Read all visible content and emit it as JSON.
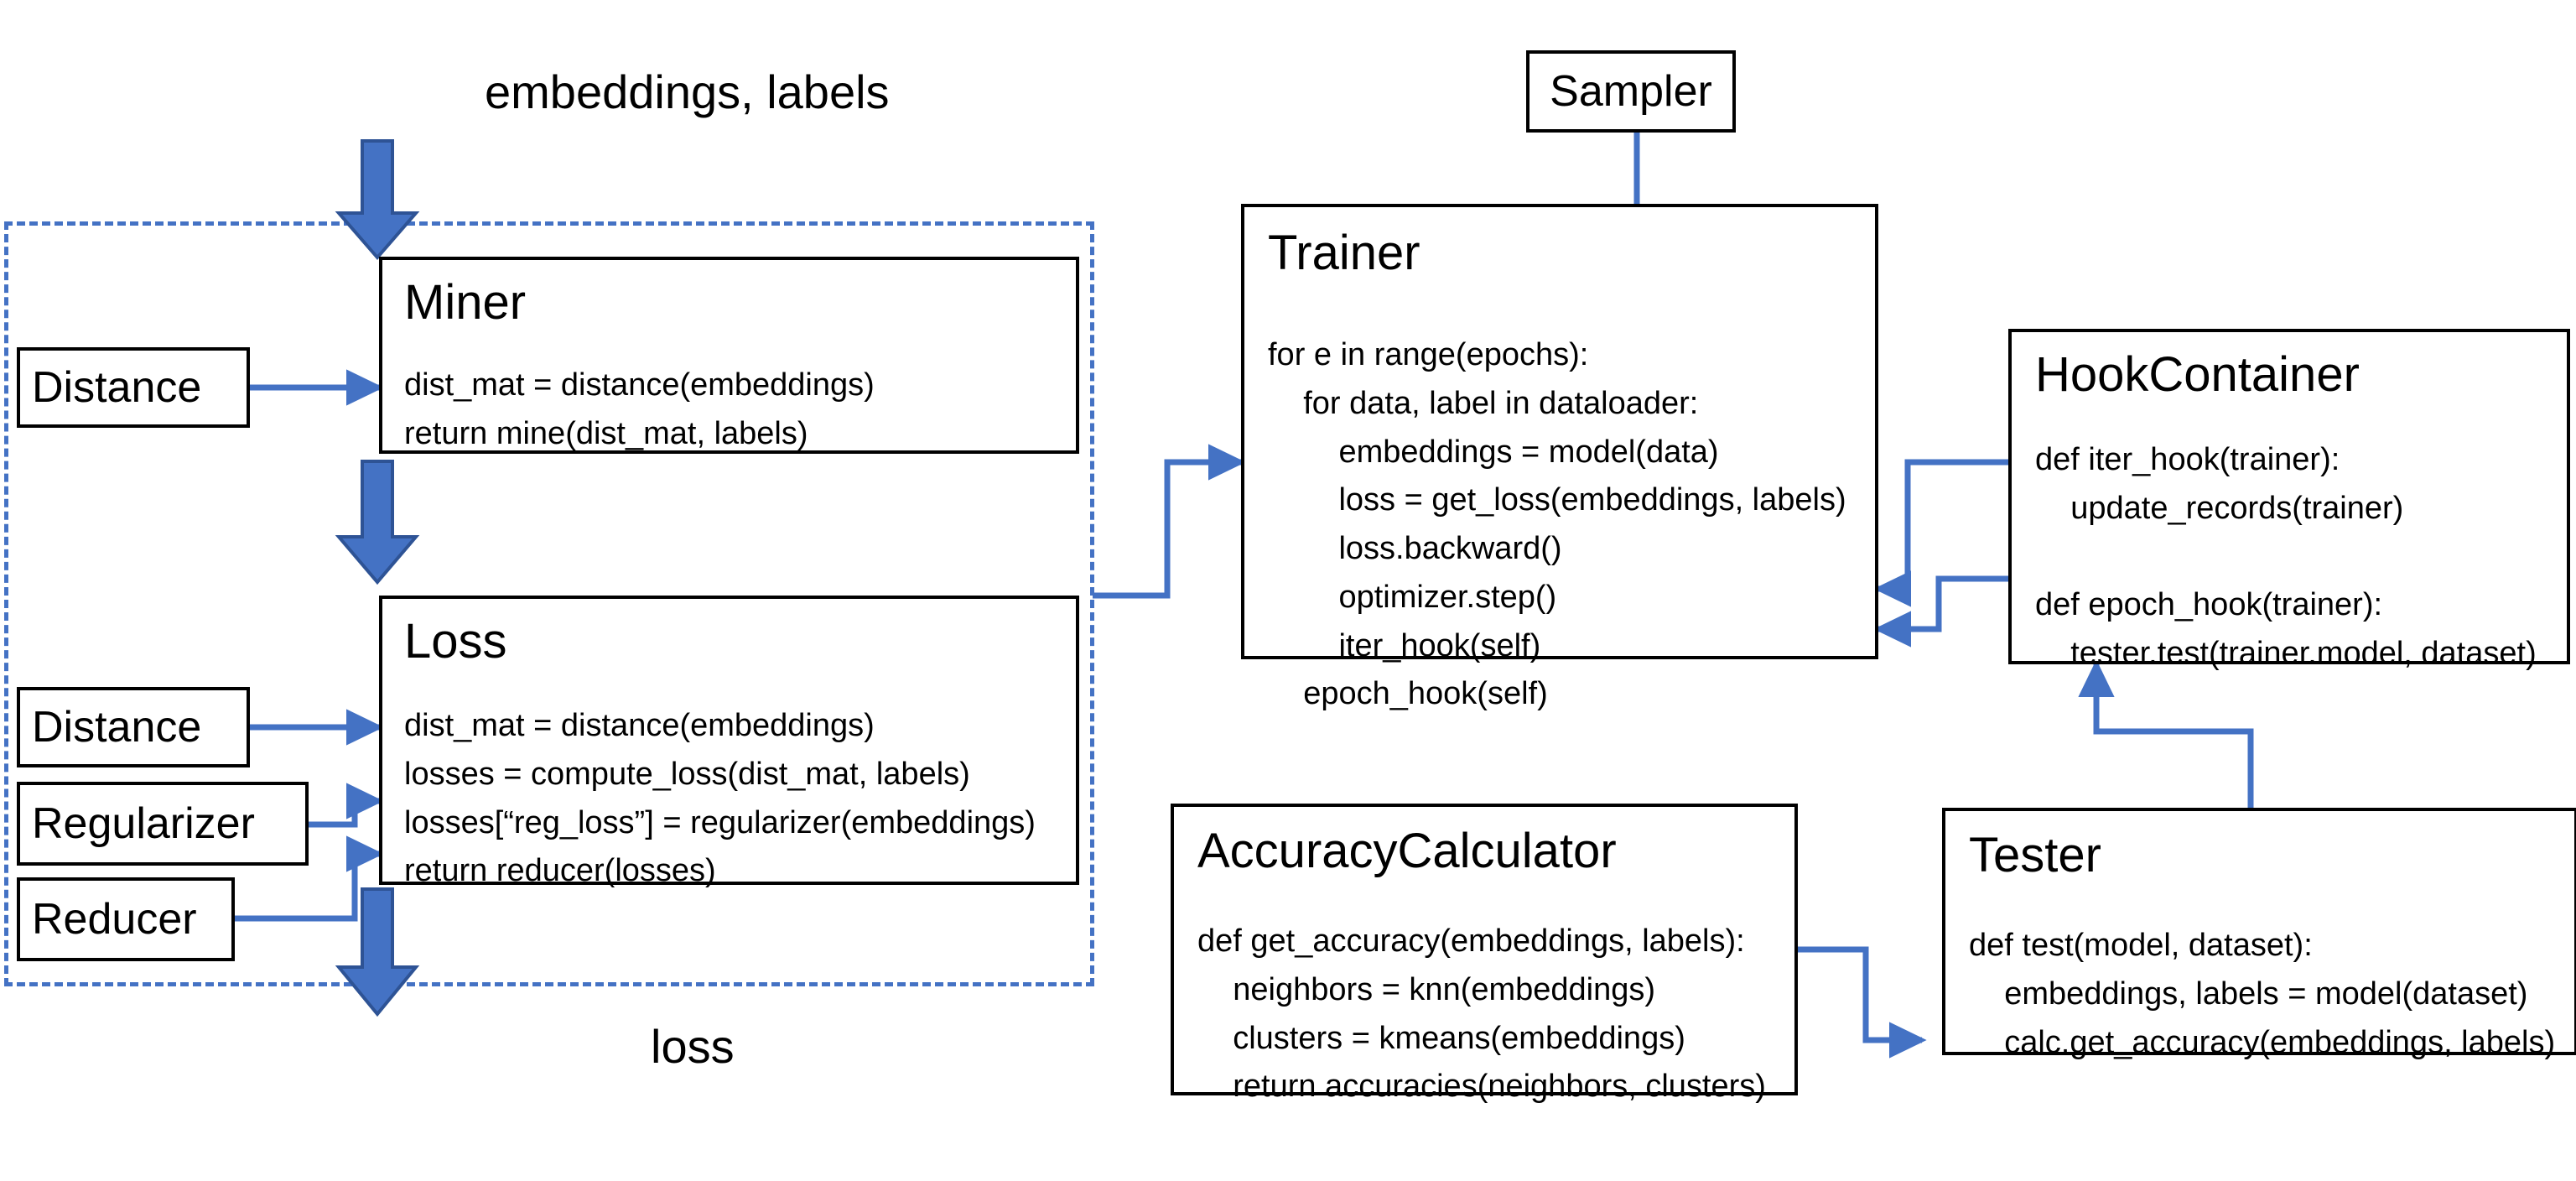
{
  "diagram": {
    "title": "Metric learning library architecture",
    "colors": {
      "accent_blue": "#4472C4",
      "arrow_outline": "#2E5395",
      "box_border": "#000000",
      "background": "#FFFFFF",
      "text": "#000000"
    },
    "free_text": {
      "input_label": "embeddings, labels",
      "output_label": "loss"
    },
    "loss_group": {
      "name": "loss-pipeline-group",
      "style": "dashed-blue-rectangle"
    },
    "boxes": [
      {
        "id": "miner",
        "title": "Miner",
        "code": [
          "dist_mat = distance(embeddings)",
          "return mine(dist_mat, labels)"
        ]
      },
      {
        "id": "loss",
        "title": "Loss",
        "code": [
          "dist_mat = distance(embeddings)",
          "losses = compute_loss(dist_mat, labels)",
          "losses[“reg_loss”] = regularizer(embeddings)",
          "return reducer(losses)"
        ]
      },
      {
        "id": "trainer",
        "title": "Trainer",
        "code": [
          "for e in range(epochs):",
          "    for data, label in dataloader:",
          "        embeddings = model(data)",
          "        loss = get_loss(embeddings, labels)",
          "        loss.backward()",
          "        optimizer.step()",
          "        iter_hook(self)",
          "    epoch_hook(self)"
        ]
      },
      {
        "id": "hookcontainer",
        "title": "HookContainer",
        "code": [
          "def iter_hook(trainer):",
          "    update_records(trainer)",
          "",
          "def epoch_hook(trainer):",
          "    tester.test(trainer.model, dataset)"
        ]
      },
      {
        "id": "accuracycalculator",
        "title": "AccuracyCalculator",
        "code": [
          "def get_accuracy(embeddings, labels):",
          "    neighbors = knn(embeddings)",
          "    clusters = kmeans(embeddings)",
          "    return accuracies(neighbors, clusters)"
        ]
      },
      {
        "id": "tester",
        "title": "Tester",
        "code": [
          "def test(model, dataset):",
          "    embeddings, labels = model(dataset)",
          "    calc.get_accuracy(embeddings, labels)"
        ]
      }
    ],
    "small_boxes": [
      {
        "id": "distance-miner",
        "label": "Distance"
      },
      {
        "id": "distance-loss",
        "label": "Distance"
      },
      {
        "id": "regularizer",
        "label": "Regularizer"
      },
      {
        "id": "reducer",
        "label": "Reducer"
      },
      {
        "id": "sampler",
        "label": "Sampler"
      }
    ],
    "connections": [
      {
        "from": "embeddings, labels",
        "to": "Miner",
        "style": "thick-down-arrow"
      },
      {
        "from": "Miner",
        "to": "Loss",
        "style": "thick-down-arrow"
      },
      {
        "from": "Loss",
        "to": "loss",
        "style": "thick-down-arrow"
      },
      {
        "from": "Distance",
        "to": "Miner",
        "style": "thin-right-arrow"
      },
      {
        "from": "Distance",
        "to": "Loss",
        "style": "thin-right-arrow"
      },
      {
        "from": "Regularizer",
        "to": "Loss",
        "style": "thin-elbow-arrow"
      },
      {
        "from": "Reducer",
        "to": "Loss",
        "style": "thin-elbow-arrow"
      },
      {
        "from": "Loss",
        "to": "Trainer",
        "style": "thin-elbow-arrow"
      },
      {
        "from": "Sampler",
        "to": "Trainer",
        "style": "thin-down-arrow"
      },
      {
        "from": "HookContainer",
        "to": "Trainer",
        "style": "thin-elbow-arrow"
      },
      {
        "from": "HookContainer",
        "to": "Trainer",
        "style": "thin-elbow-arrow"
      },
      {
        "from": "Tester",
        "to": "HookContainer",
        "style": "thin-elbow-arrow"
      },
      {
        "from": "AccuracyCalculator",
        "to": "Tester",
        "style": "thin-elbow-arrow"
      }
    ]
  }
}
